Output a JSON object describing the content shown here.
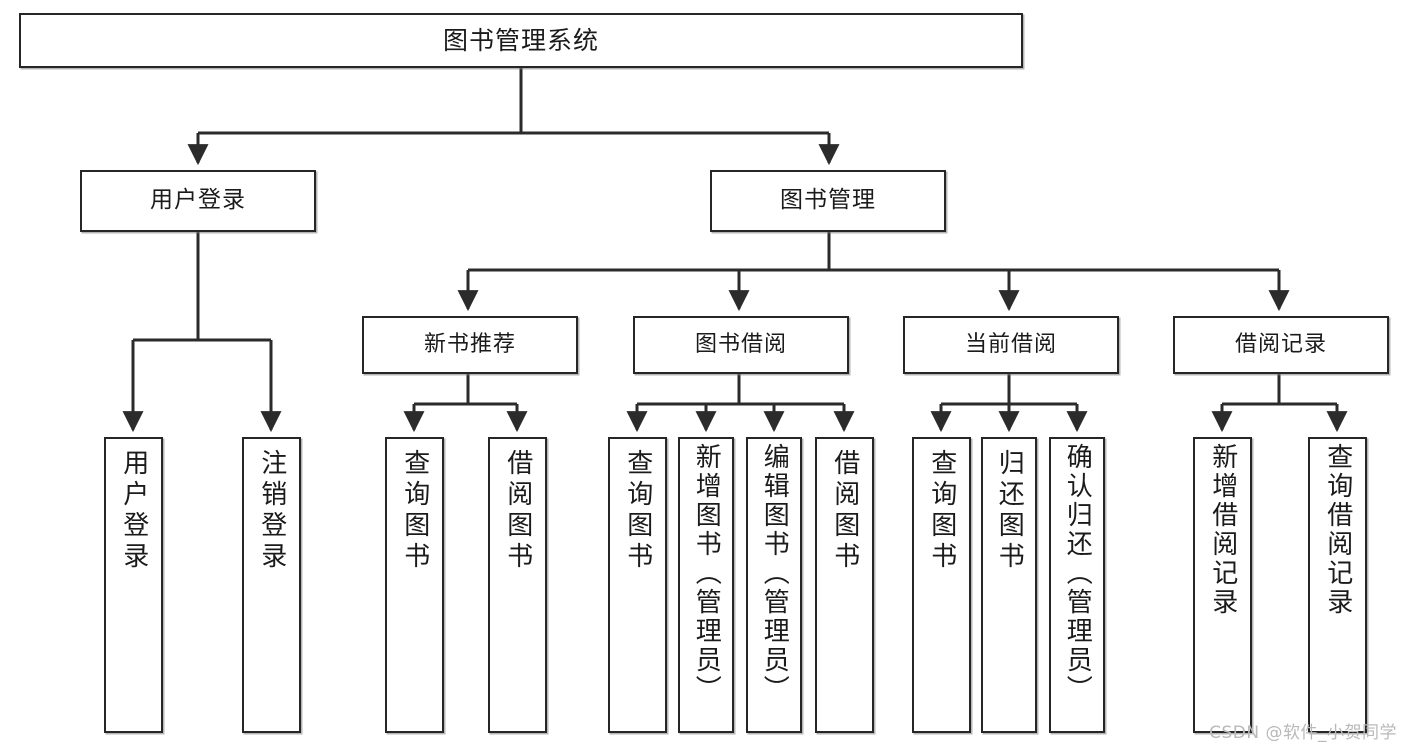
{
  "diagram": {
    "title": "图书管理系统",
    "type": "functional-structure-tree",
    "watermark": "CSDN @软件_小贺同学",
    "colors": {
      "background": "#ffffff",
      "box_border": "#262626",
      "box_fill": "#ffffff",
      "connector": "#2b2b2b",
      "watermark": "#b9b9b9"
    },
    "root": {
      "id": "root",
      "label": "图书管理系统"
    },
    "level2": [
      {
        "id": "user-login",
        "label": "用户登录"
      },
      {
        "id": "book-manage",
        "label": "图书管理"
      }
    ],
    "level3": [
      {
        "id": "new-book-rec",
        "label": "新书推荐",
        "parent": "book-manage"
      },
      {
        "id": "book-borrow",
        "label": "图书借阅",
        "parent": "book-manage"
      },
      {
        "id": "current-borrow",
        "label": "当前借阅",
        "parent": "book-manage"
      },
      {
        "id": "borrow-record",
        "label": "借阅记录",
        "parent": "book-manage"
      }
    ],
    "leaves": [
      {
        "id": "leaf-user-login",
        "label": "用户登录",
        "parent": "user-login"
      },
      {
        "id": "leaf-logout",
        "label": "注销登录",
        "parent": "user-login"
      },
      {
        "id": "leaf-query-book-1",
        "label": "查询图书",
        "parent": "new-book-rec"
      },
      {
        "id": "leaf-borrow-book-1",
        "label": "借阅图书",
        "parent": "new-book-rec"
      },
      {
        "id": "leaf-query-book-2",
        "label": "查询图书",
        "parent": "book-borrow"
      },
      {
        "id": "leaf-add-book",
        "label": "新增图书（管理员）",
        "parent": "book-borrow"
      },
      {
        "id": "leaf-edit-book",
        "label": "编辑图书（管理员）",
        "parent": "book-borrow"
      },
      {
        "id": "leaf-borrow-book-2",
        "label": "借阅图书",
        "parent": "book-borrow"
      },
      {
        "id": "leaf-query-book-3",
        "label": "查询图书",
        "parent": "current-borrow"
      },
      {
        "id": "leaf-return-book",
        "label": "归还图书",
        "parent": "current-borrow"
      },
      {
        "id": "leaf-confirm-return",
        "label": "确认归还（管理员）",
        "parent": "current-borrow"
      },
      {
        "id": "leaf-add-record",
        "label": "新增借阅记录",
        "parent": "borrow-record"
      },
      {
        "id": "leaf-query-record",
        "label": "查询借阅记录",
        "parent": "borrow-record"
      }
    ]
  }
}
